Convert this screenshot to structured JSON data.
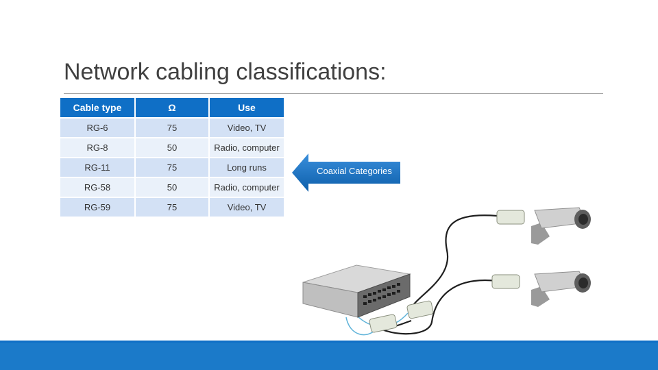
{
  "slide": {
    "title": "Network cabling classifications:"
  },
  "table": {
    "headers": [
      "Cable type",
      "Ω",
      "Use"
    ],
    "rows": [
      {
        "type": "RG-6",
        "ohms": "75",
        "use": "Video, TV"
      },
      {
        "type": "RG-8",
        "ohms": "50",
        "use": "Radio, computer"
      },
      {
        "type": "RG-11",
        "ohms": "75",
        "use": "Long runs"
      },
      {
        "type": "RG-58",
        "ohms": "50",
        "use": "Radio, computer"
      },
      {
        "type": "RG-59",
        "ohms": "75",
        "use": "Video, TV"
      }
    ]
  },
  "callout": {
    "label": "Coaxial Categories"
  },
  "colors": {
    "accent": "#0f6fc6",
    "row_odd": "#d3e1f5",
    "row_even": "#eaf1fa",
    "footer": "#1b7ac9"
  },
  "illustration": {
    "icons": [
      "network-switch-icon",
      "security-camera-icon",
      "video-balun-icon",
      "coax-cable-icon"
    ]
  }
}
